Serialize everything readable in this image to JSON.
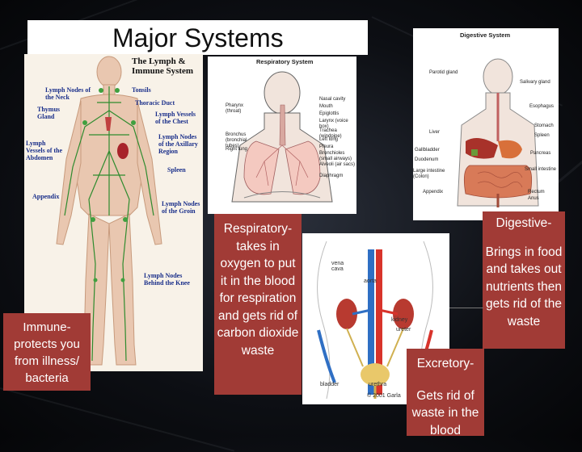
{
  "slide": {
    "title": "Major Systems"
  },
  "lymph_diagram": {
    "title_line1": "The Lymph &",
    "title_line2": "Immune System",
    "labels": {
      "neck": "Lymph Nodes of the Neck",
      "tonsils": "Tonsils",
      "thoracic": "Thoracic Duct",
      "thymus": "Thymus Gland",
      "vessels_chest": "Lymph Vessels of the Chest",
      "axillary": "Lymph Nodes of the Axillary Region",
      "abdomen": "Lymph Vessels of the Abdomen",
      "spleen": "Spleen",
      "appendix": "Appendix",
      "groin": "Lymph Nodes of the Groin",
      "knee": "Lymph Nodes Behind the Knee"
    }
  },
  "respiratory_diagram": {
    "title": "Respiratory System",
    "left_labels": [
      "Pharynx (throat)",
      "Bronchus (bronchial tubes)",
      "Right lung"
    ],
    "right_labels": [
      "Nasal cavity",
      "Mouth",
      "Epiglottis",
      "Larynx (voice box)",
      "Trachea (windpipe)",
      "Left lung",
      "Pleura",
      "Bronchioles (small airways)",
      "Alveoli (air sacs)",
      "Diaphragm"
    ]
  },
  "digestive_diagram": {
    "title": "Digestive System",
    "left_labels": [
      "Parotid gland",
      "Liver",
      "Gallbladder",
      "Duodenum",
      "Large intestine (Colon)",
      "Appendix"
    ],
    "right_labels": [
      "Salivary gland",
      "Esophagus",
      "Stomach",
      "Spleen",
      "Pancreas",
      "Small intestine",
      "Rectum",
      "Anus"
    ]
  },
  "urinary_diagram": {
    "labels": [
      "vena cava",
      "aorta",
      "kidney",
      "ureter",
      "bladder",
      "urethra"
    ],
    "copyright": "© 2001 Garla"
  },
  "captions": {
    "immune": "Immune- protects you from illness/ bacteria",
    "respiratory": "Respiratory- takes in oxygen to put it in the blood for respiration and gets rid of carbon dioxide waste",
    "digestive_head": "Digestive-",
    "digestive_body": "Brings in food and takes out nutrients then gets rid of the waste",
    "excretory_head": "Excretory-",
    "excretory_body": "Gets rid of waste in the blood"
  },
  "colors": {
    "caption_bg": "#a13b36",
    "lymph_green": "#2e8b2e",
    "artery_red": "#d8332b",
    "vein_blue": "#2f6fc4"
  }
}
